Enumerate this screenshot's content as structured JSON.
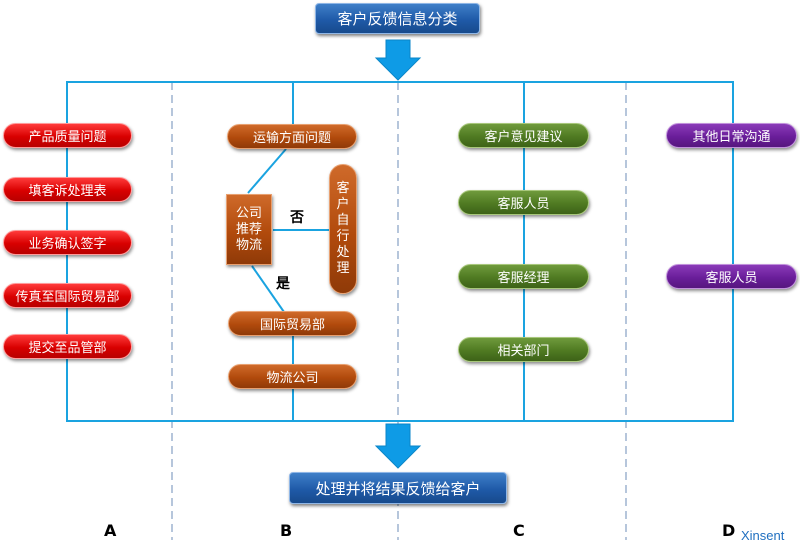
{
  "title": "客户反馈信息分类",
  "footer": "处理并将结果反馈给客户",
  "columns": [
    "A",
    "B",
    "C",
    "D"
  ],
  "colors": {
    "line": "#1aa3e0",
    "divider": "#8ea8c8",
    "red": "#d80000",
    "orange": "#b14a0c",
    "green": "#4f7a22",
    "purple": "#6a1e9a",
    "blue": "#1f5aa8"
  },
  "col_a": [
    "产品质量问题",
    "填客诉处理表",
    "业务确认签字",
    "传真至国际贸易部",
    "提交至品管部"
  ],
  "col_b": {
    "top": "运输方面问题",
    "recommend": "公司推荐物流",
    "recommend_lines": [
      "公司",
      "推荐",
      "物流"
    ],
    "self": "客户自行处理",
    "self_lines": [
      "客",
      "户",
      "自",
      "行",
      "处",
      "理"
    ],
    "no": "否",
    "yes": "是",
    "trade": "国际贸易部",
    "logistics": "物流公司"
  },
  "col_c": [
    "客户意见建议",
    "客服人员",
    "客服经理",
    "相关部门"
  ],
  "col_d": [
    "其他日常沟通",
    "客服人员"
  ],
  "watermark": "Xinsent"
}
